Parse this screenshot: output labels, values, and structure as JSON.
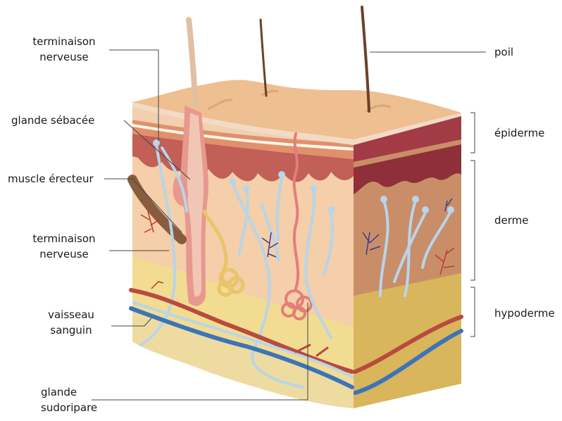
{
  "labels": {
    "terminaison_top": {
      "line1": "terminaison",
      "line2": "nerveuse"
    },
    "glande_sebacee": "glande sébacée",
    "muscle_erecteur": "muscle érecteur",
    "terminaison_mid": {
      "line1": "terminaison",
      "line2": "nerveuse"
    },
    "vaisseau_sanguin": {
      "line1": "vaisseau",
      "line2": "sanguin"
    },
    "glande_sudoripare": {
      "line1": "glande",
      "line2": "sudoripare"
    },
    "poil": "poil",
    "epiderme": "épiderme",
    "derme": "derme",
    "hypoderme": "hypoderme"
  },
  "colors": {
    "epiderme": "#eec9a6",
    "derme": "#f4cfa9",
    "hypoderme": "#f2dc92",
    "vessel_red": "#b84b3e",
    "vessel_blue": "#3b74b8",
    "nerve": "#b8d5ea"
  }
}
